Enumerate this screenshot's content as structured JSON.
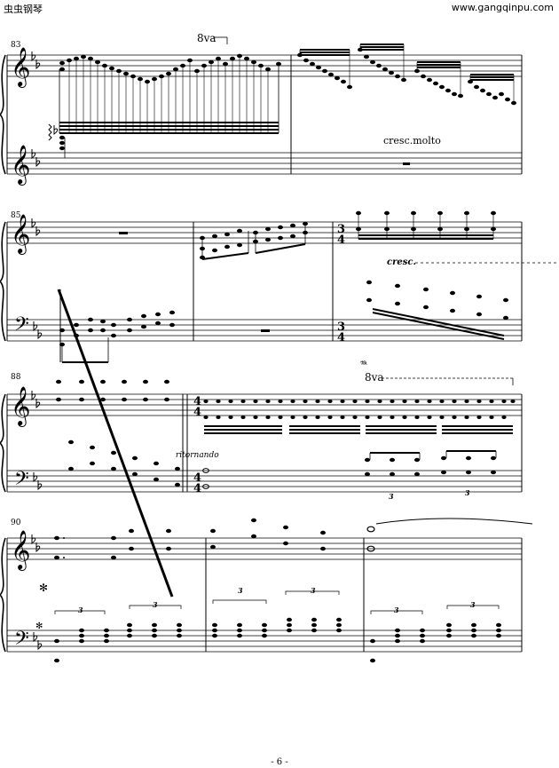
{
  "header": {
    "left": "虫虫钢琴",
    "right": "www.gangqinpu.com"
  },
  "systems": [
    {
      "measure_number": "83",
      "markings": [
        "8va",
        "cresc.molto"
      ]
    },
    {
      "measure_number": "85",
      "time_signature": "3/4",
      "markings": [
        "cresc."
      ]
    },
    {
      "measure_number": "88",
      "time_signature": "4/4",
      "markings": [
        "8va",
        "ritornando"
      ]
    },
    {
      "measure_number": "90",
      "markings": []
    }
  ],
  "marks": {
    "ottava_1": "8va",
    "cresc_molto": "cresc.molto",
    "cresc": "cresc.",
    "ottava_2": "8va",
    "ritornando": "ritornando",
    "tuplet": "3"
  },
  "key_signature": "B-flat major (2 flats)",
  "footer": {
    "page_number": "- 6 -"
  }
}
